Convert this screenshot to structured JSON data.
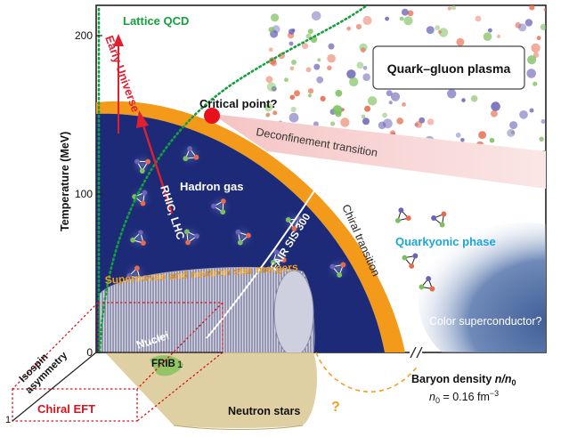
{
  "axes": {
    "y_label": "Temperature (MeV)",
    "y_ticks": [
      "200",
      "100",
      "0"
    ],
    "x_label_prefix": "Baryon density ",
    "x_label_var": "n/n",
    "x_label_sub": "0",
    "x_tick_one": "1",
    "density_ref_prefix": "n",
    "density_ref_sub": "0",
    "density_ref_value": " = 0.16 fm",
    "density_ref_exp": "−3",
    "left_axis_one": "1",
    "isospin_label_line1": "Isospin",
    "isospin_label_line2": "asymmetry"
  },
  "labels": {
    "lattice_qcd": "Lattice QCD",
    "early_universe": "Early Universe",
    "critical_point": "Critical point?",
    "deconfinement": "Deconfinement transition",
    "hadron_gas": "Hadron gas",
    "rhic_lhc": "RHIC, LHC",
    "fair_sis": "FAIR SIS 300",
    "chiral_transition": "Chiral transition",
    "quark_gluon_plasma": "Quark–gluon plasma",
    "quarkyonic": "Quarkyonic phase",
    "color_superconductor": "Color superconductor?",
    "supernovae": "Supernovae and neutron star mergers",
    "nuclei": "Nuclei",
    "frib": "FRIB",
    "neutron_stars": "Neutron stars",
    "question_mark": "?",
    "chiral_eft": "Chiral EFT"
  },
  "colors": {
    "hadron_region": "#1c2a78",
    "chiral_band": "#f39a1a",
    "deconfinement_band": "#f6c9c9",
    "critical_point": "#e8101a",
    "lattice_line": "#14a03c",
    "lattice_text": "#14a03c",
    "early_universe": "#e02030",
    "quarkyonic_text": "#19a6d9",
    "supernovae_text": "#f0a020",
    "chiral_eft": "#d9141e",
    "neutron_star_body": "#d9c893",
    "color_sc": "#3f5e97",
    "quark_red": "#e86a4d",
    "quark_green": "#7dbf5e",
    "quark_blue": "#6a63b6"
  }
}
